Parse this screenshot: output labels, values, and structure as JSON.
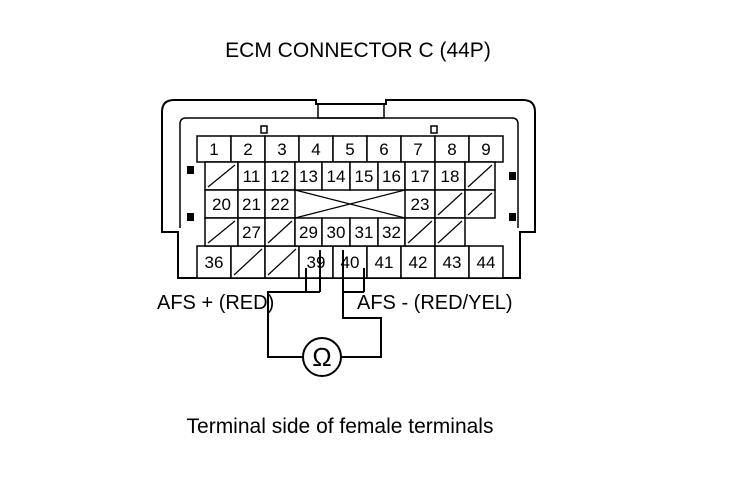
{
  "title": "ECM CONNECTOR C (44P)",
  "connector": {
    "rows": [
      [
        "1",
        "2",
        "3",
        "4",
        "5",
        "6",
        "7",
        "8",
        "9"
      ],
      [
        "",
        "11",
        "12",
        "13",
        "14",
        "15",
        "16",
        "17",
        "18",
        ""
      ],
      [
        "20",
        "21",
        "22",
        "",
        "",
        "",
        "23",
        "",
        ""
      ],
      [
        "",
        "27",
        "",
        "29",
        "30",
        "31",
        "32",
        "",
        ""
      ],
      [
        "36",
        "",
        "",
        "39",
        "40",
        "41",
        "42",
        "43",
        "44"
      ]
    ]
  },
  "probes": {
    "positive_label": "AFS + (RED)",
    "negative_label": "AFS - (RED/YEL)"
  },
  "meter": {
    "symbol": "Ω"
  },
  "caption": "Terminal side of female terminals"
}
